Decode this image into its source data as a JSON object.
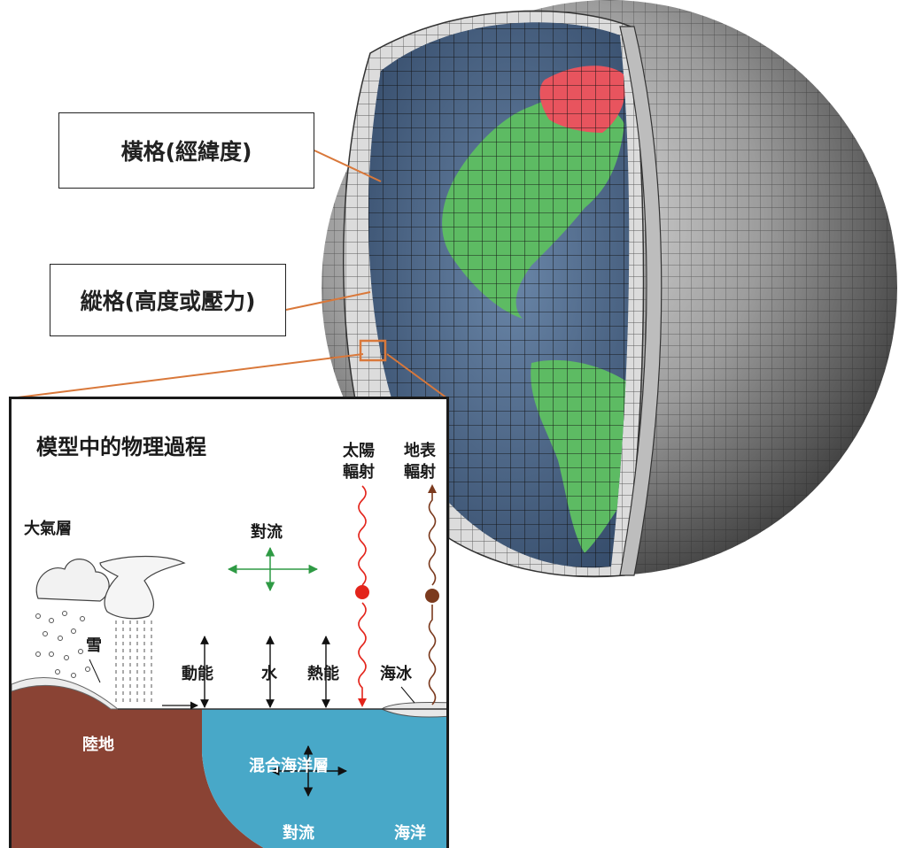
{
  "labels": {
    "horizontal_grid": "橫格(經緯度)",
    "vertical_grid": "縱格(高度或壓力)"
  },
  "inset": {
    "title": "模型中的物理過程",
    "atmosphere": "大氣層",
    "convection_air": "對流",
    "solar_radiation_1": "太陽",
    "solar_radiation_2": "輻射",
    "surface_radiation_1": "地表",
    "surface_radiation_2": "輻射",
    "snow": "雪",
    "momentum": "動能",
    "water": "水",
    "heat": "熱能",
    "sea_ice": "海冰",
    "land": "陸地",
    "mixed_ocean_layer": "混合海洋層",
    "convection_ocean": "對流",
    "ocean": "海洋"
  },
  "colors": {
    "land": "#8a4334",
    "ocean": "#48a8c8",
    "globe_land": "#5dbb63",
    "globe_ocean": "#3e5d82",
    "polar_highlight": "#e8545e",
    "shell": "#9a9a9a",
    "leader_line": "#d9783a",
    "solar": "#e3241b",
    "surface_rad": "#7b3a1e",
    "convection_arrows": "#2e9a44"
  }
}
